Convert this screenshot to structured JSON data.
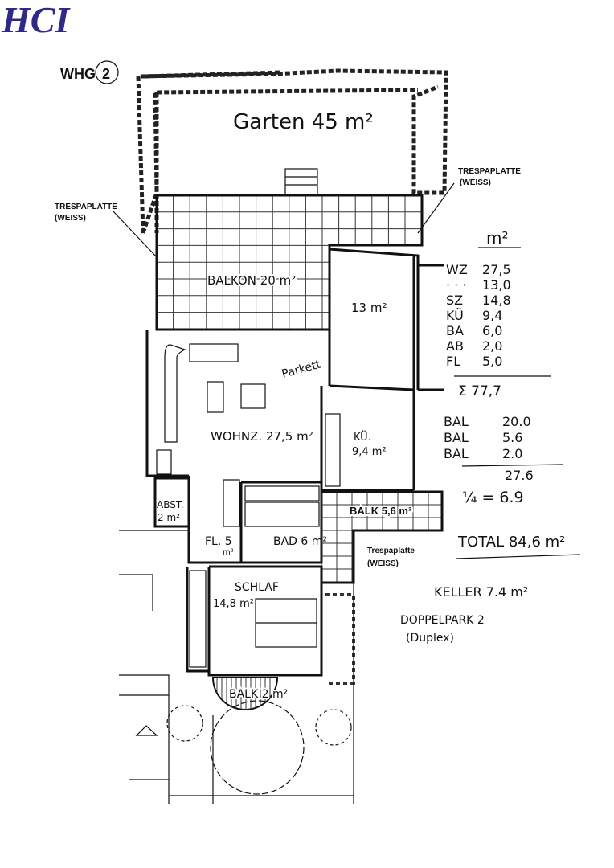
{
  "logo": {
    "text": "HCI",
    "color": "#2e2a86"
  },
  "plan": {
    "unit_label": "WHG",
    "unit_number": "2",
    "garden": "Garten 45 m²",
    "tresp_right": [
      "TRESPAPLATTE",
      "(WEISS)"
    ],
    "tresp_left": [
      "TRESPAPLATTE",
      "(WEISS)"
    ],
    "tresp_bottom": [
      "Trespaplatte",
      "(WEISS)"
    ],
    "balkon": "BALKON 20 m²",
    "room13": "13 m²",
    "parkett": "Parkett",
    "wohnz": "WOHNZ. 27,5 m²",
    "kueche": [
      "KÜ.",
      "9,4 m²"
    ],
    "abst": [
      "ABST.",
      "2 m²"
    ],
    "balk56": "BALK 5,6 m²",
    "fl": [
      "FL. 5",
      "m²"
    ],
    "bad": "BAD 6 m²",
    "schlaf": [
      "SCHLAF",
      "14,8 m²"
    ],
    "balk2": "BALK 2 m²"
  },
  "areas": {
    "header": "m²",
    "rooms": [
      {
        "label": "WZ",
        "value": "27,5"
      },
      {
        "label": "· · ·",
        "value": "13,0"
      },
      {
        "label": "SZ",
        "value": "14,8"
      },
      {
        "label": "KÜ",
        "value": "9,4"
      },
      {
        "label": "BA",
        "value": "6,0"
      },
      {
        "label": "AB",
        "value": "2,0"
      },
      {
        "label": "FL",
        "value": "5,0"
      }
    ],
    "sum": "Σ  77,7",
    "balconies": [
      {
        "label": "BAL",
        "value": "20.0"
      },
      {
        "label": "BAL",
        "value": "5.6"
      },
      {
        "label": "BAL",
        "value": "2.0"
      }
    ],
    "balc_sum": "27.6",
    "quarter": "¼  =  6.9",
    "total": "TOTAL   84,6 m²",
    "keller": "KELLER   7.4 m²",
    "doppelpark": "DOPPELPARK   2",
    "duplex": "(Duplex)"
  }
}
